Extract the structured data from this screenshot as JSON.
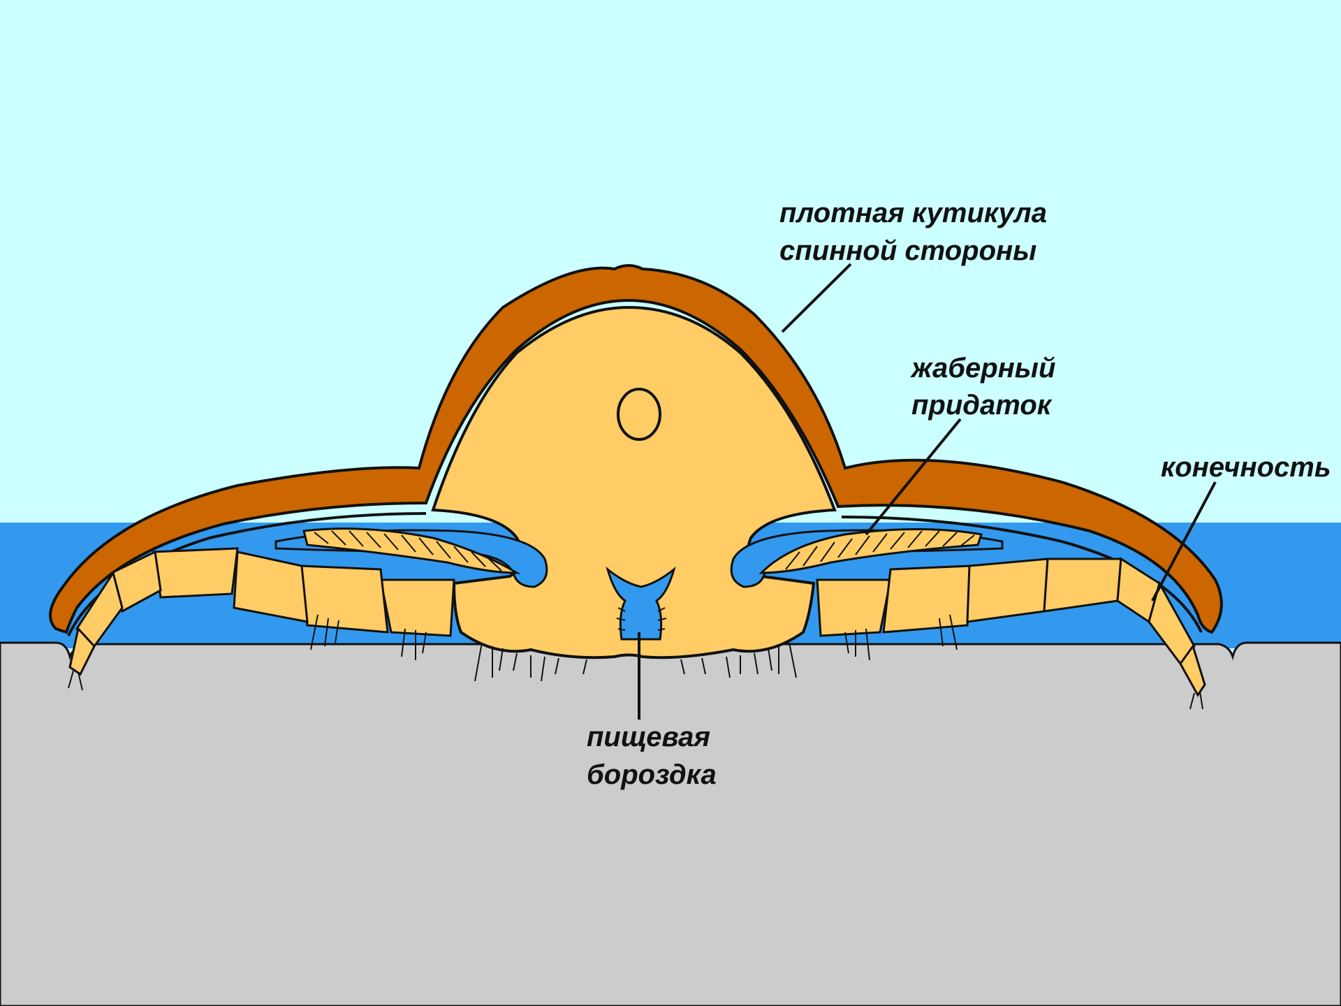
{
  "labels": {
    "cuticle_line1": "плотная кутикула",
    "cuticle_line2": "спинной стороны",
    "gill_line1": "жаберный",
    "gill_line2": "придаток",
    "limb": "конечность",
    "groove_line1": "пищевая",
    "groove_line2": "бороздка"
  },
  "colors": {
    "sky": "#ccffff",
    "water": "#3399ee",
    "ground": "#cccccc",
    "cuticle": "#cc6600",
    "body": "#ffcc66",
    "outline": "#111111"
  }
}
